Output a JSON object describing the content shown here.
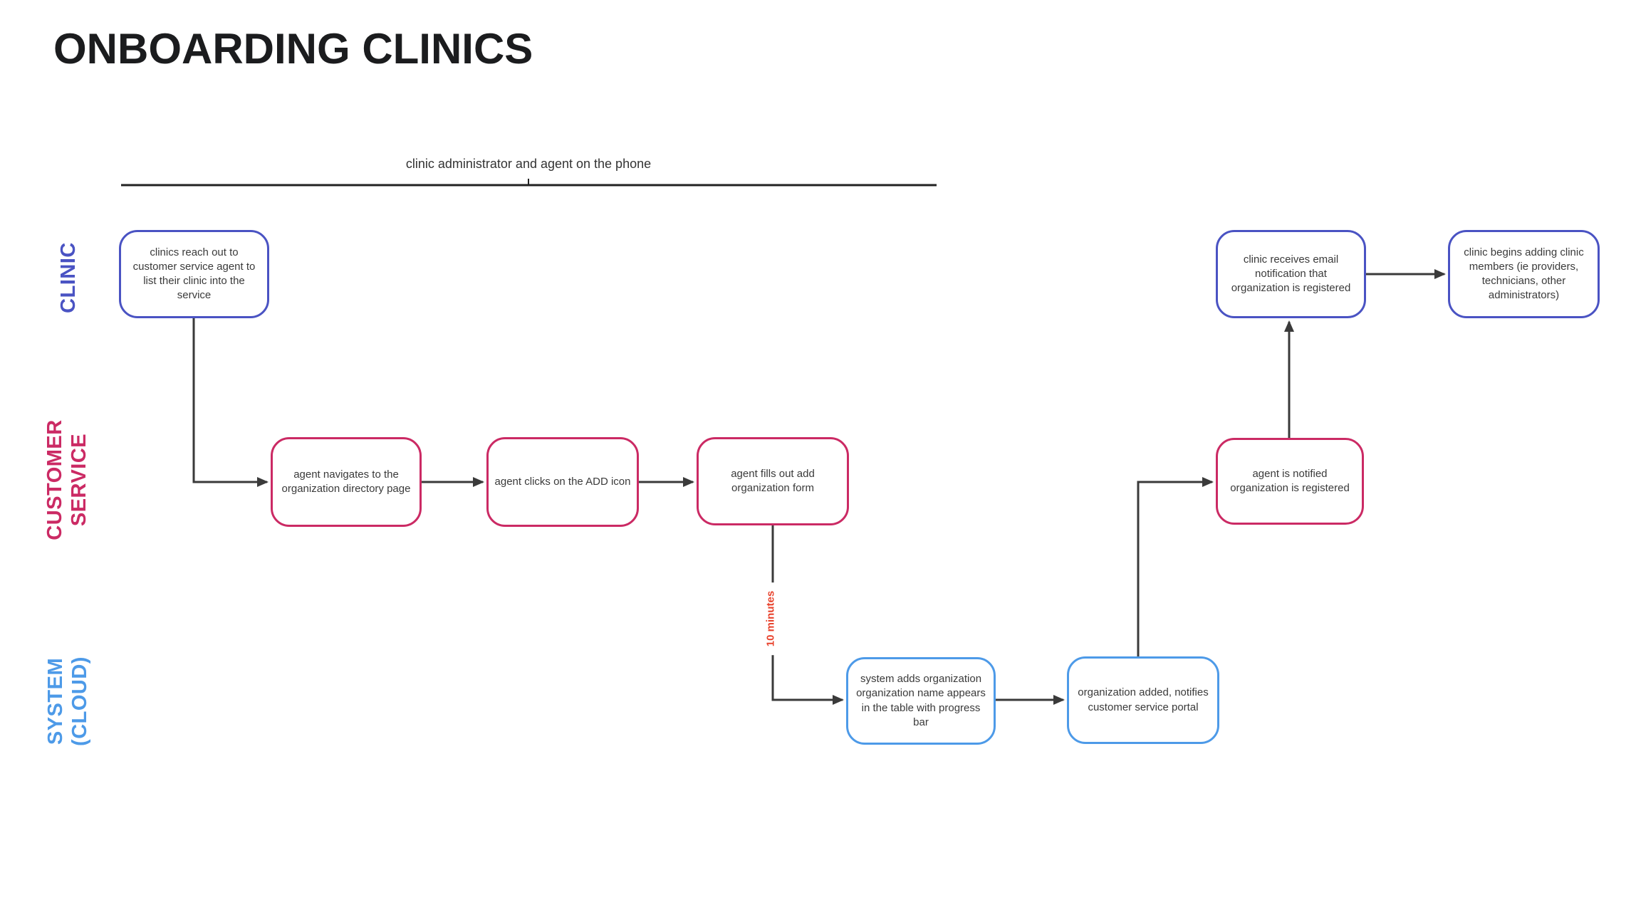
{
  "title": "ONBOARDING CLINICS",
  "phase": {
    "label": "clinic administrator and agent on the phone"
  },
  "lanes": [
    {
      "id": "clinic",
      "label": "CLINIC",
      "color": "#4a53c3"
    },
    {
      "id": "customer-service",
      "label": "CUSTOMER\nSERVICE",
      "color": "#cb2a64"
    },
    {
      "id": "system-cloud",
      "label": "SYSTEM\n(CLOUD)",
      "color": "#4d9ae8"
    }
  ],
  "nodes": [
    {
      "id": "n1",
      "lane": "clinic",
      "text": "clinics reach out to customer service agent to list their clinic into the service"
    },
    {
      "id": "n2",
      "lane": "customer-service",
      "text": "agent navigates to the organization directory page"
    },
    {
      "id": "n3",
      "lane": "customer-service",
      "text": "agent clicks on the ADD icon"
    },
    {
      "id": "n4",
      "lane": "customer-service",
      "text": "agent fills out add organization form"
    },
    {
      "id": "n5",
      "lane": "system-cloud",
      "text": "system adds organization organization name appears in the table with progress bar"
    },
    {
      "id": "n6",
      "lane": "system-cloud",
      "text": "organization added, notifies customer service portal"
    },
    {
      "id": "n7",
      "lane": "customer-service",
      "text": "agent is notified organization is registered"
    },
    {
      "id": "n8",
      "lane": "clinic",
      "text": "clinic receives email notification that organization is registered"
    },
    {
      "id": "n9",
      "lane": "clinic",
      "text": "clinic begins adding clinic members (ie providers, technicians, other administrators)"
    }
  ],
  "annotations": {
    "duration_label": "10 minutes",
    "duration_color": "#e8432d"
  },
  "colors": {
    "background": "#ffffff",
    "connector": "#3a3a3a",
    "phase_line": "#222222",
    "title_text": "#1b1c1e",
    "node_text": "#3a3a3a"
  }
}
